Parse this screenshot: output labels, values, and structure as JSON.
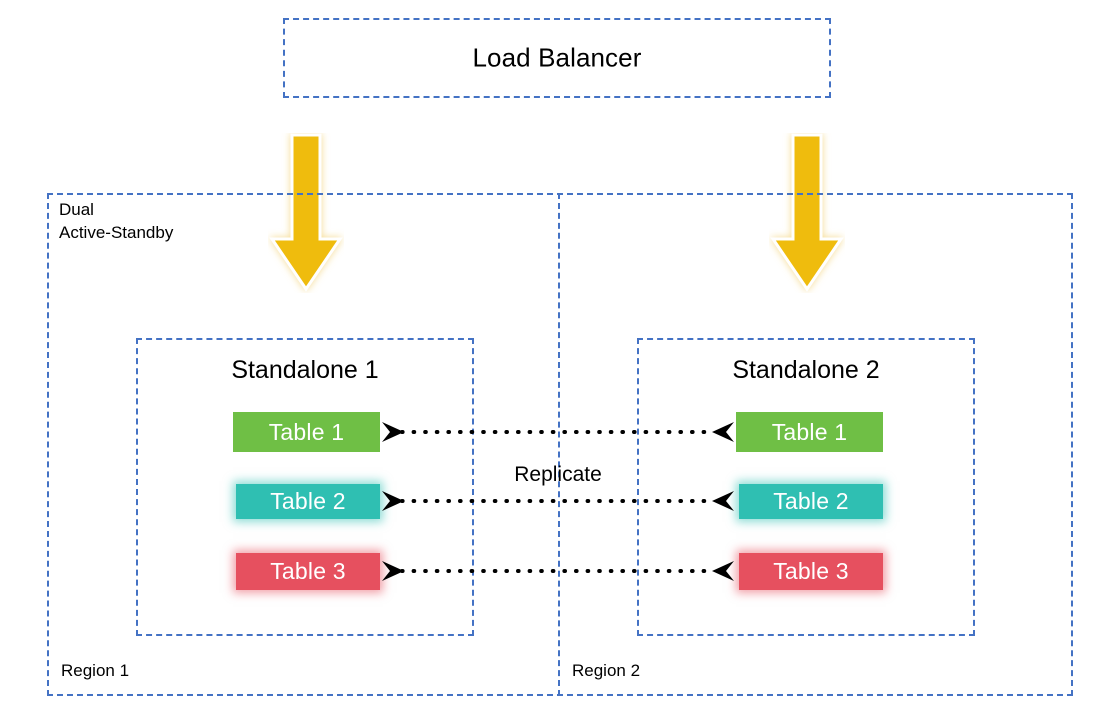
{
  "diagram": {
    "title": "Dual Active-Standby replication across two regions",
    "colors": {
      "dashed_border": "#4472C4",
      "arrow_yellow": "#EFBC0F",
      "table1_green": "#6FBF45",
      "table2_teal": "#2FBFB2",
      "table3_red": "#E6505F",
      "text": "#000000",
      "background": "#FFFFFF"
    }
  },
  "load_balancer": {
    "label": "Load Balancer"
  },
  "dual": {
    "label": "Dual\nActive-Standby"
  },
  "regions": [
    {
      "label": "Region 1"
    },
    {
      "label": "Region 2"
    }
  ],
  "standalones": [
    {
      "title": "Standalone 1",
      "tables": [
        {
          "label": "Table 1",
          "color": "#6FBF45"
        },
        {
          "label": "Table 2",
          "color": "#2FBFB2"
        },
        {
          "label": "Table 3",
          "color": "#E6505F"
        }
      ]
    },
    {
      "title": "Standalone 2",
      "tables": [
        {
          "label": "Table 1",
          "color": "#6FBF45"
        },
        {
          "label": "Table 2",
          "color": "#2FBFB2"
        },
        {
          "label": "Table 3",
          "color": "#E6505F"
        }
      ]
    }
  ],
  "replication": {
    "label": "Replicate",
    "direction": "bidirectional",
    "style": "dotted",
    "count": 3
  },
  "ingress_arrows": {
    "count": 2,
    "direction": "down",
    "color": "#EFBC0F"
  }
}
